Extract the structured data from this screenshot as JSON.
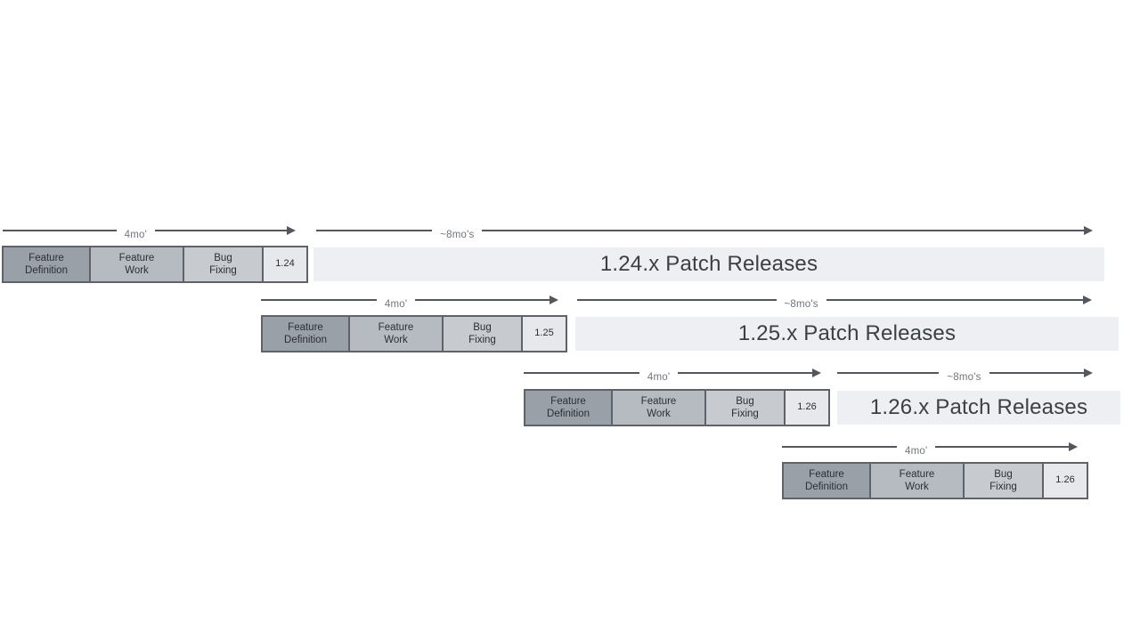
{
  "diagram": {
    "title_semantics": "release-cadence-timeline",
    "rows": [
      {
        "version": "1.24",
        "phases": [
          "Feature Definition",
          "Feature Work",
          "Bug Fixing"
        ],
        "dev_duration_label": "4mo'",
        "patch_duration_label": "~8mo's",
        "patch_bar_label": "1.24.x Patch Releases"
      },
      {
        "version": "1.25",
        "phases": [
          "Feature Definition",
          "Feature Work",
          "Bug Fixing"
        ],
        "dev_duration_label": "4mo'",
        "patch_duration_label": "~8mo's",
        "patch_bar_label": "1.25.x Patch Releases"
      },
      {
        "version": "1.26",
        "phases": [
          "Feature Definition",
          "Feature Work",
          "Bug Fixing"
        ],
        "dev_duration_label": "4mo'",
        "patch_duration_label": "~8mo's",
        "patch_bar_label": "1.26.x Patch Releases"
      },
      {
        "version": "1.26",
        "phases": [
          "Feature Definition",
          "Feature Work",
          "Bug Fixing"
        ],
        "dev_duration_label": "4mo'"
      }
    ],
    "colors": {
      "phase_feature_definition": "#9aa0a7",
      "phase_feature_work": "#b6bbc1",
      "phase_bug_fixing": "#c7cbd0",
      "version_box": "#e6e8eb",
      "box_border": "#5f6368",
      "patch_bar": "#edeff2",
      "arrow": "#54585e",
      "duration_label_text": "#70757c",
      "phase_text": "#2b2f33",
      "patch_bar_text": "#3c4043",
      "background": "#ffffff"
    }
  }
}
